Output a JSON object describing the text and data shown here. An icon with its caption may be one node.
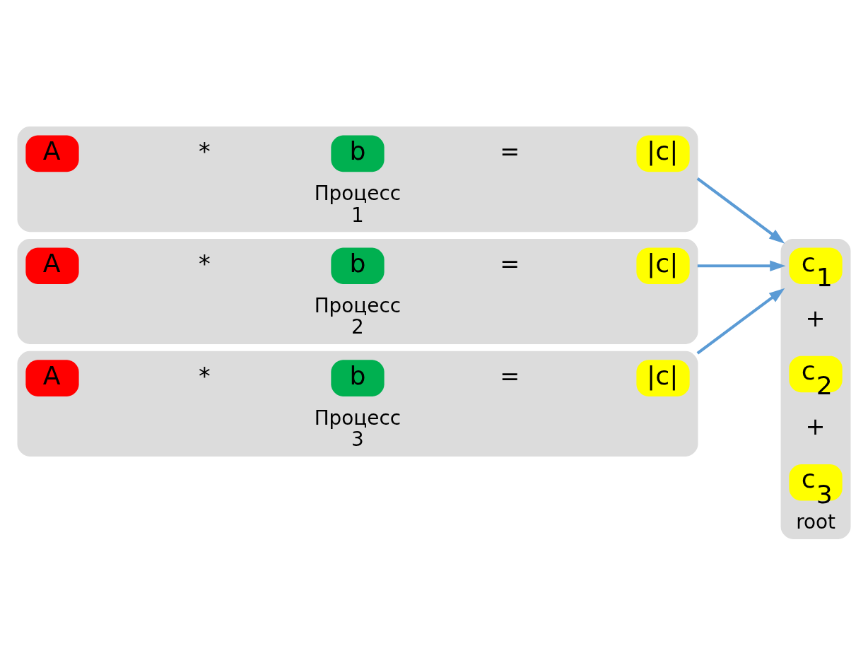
{
  "diagram": {
    "nodes": [
      {
        "text": [
          "Процесс",
          "1"
        ]
      },
      {
        "text": [
          "A"
        ],
        "in": 0
      },
      {
        "text": [
          "b"
        ],
        "in": 0
      },
      {
        "text": [
          "|c|"
        ],
        "in": 0
      },
      {
        "text": [
          "Процесс",
          "2"
        ]
      },
      {
        "text": [
          "A"
        ],
        "in": 4
      },
      {
        "text": [
          "b"
        ],
        "in": 4
      },
      {
        "text": [
          "|c|"
        ],
        "in": 4
      },
      {
        "text": [
          "Процесс",
          "3"
        ]
      },
      {
        "text": [
          "A"
        ],
        "in": 8
      },
      {
        "text": [
          "b"
        ],
        "in": 8
      },
      {
        "text": [
          "|c|"
        ],
        "in": 8
      },
      {
        "text": [
          "root"
        ]
      },
      {
        "text": [
          "c$_{1}$"
        ],
        "in": 12
      },
      {
        "text": [
          "c$_{2}$"
        ],
        "in": 12
      },
      {
        "text": [
          "c$_{3}$"
        ],
        "in": 12
      }
    ],
    "edges": [
      {
        "from": 0,
        "to": 12,
        "arrow": "to"
      },
      {
        "from": 4,
        "to": 12,
        "arrow": "to"
      },
      {
        "from": 8,
        "to": 12,
        "arrow": "to"
      }
    ],
    "labels": [
      "*",
      "=",
      "*",
      "=",
      "*",
      "=",
      "+",
      "+"
    ]
  }
}
